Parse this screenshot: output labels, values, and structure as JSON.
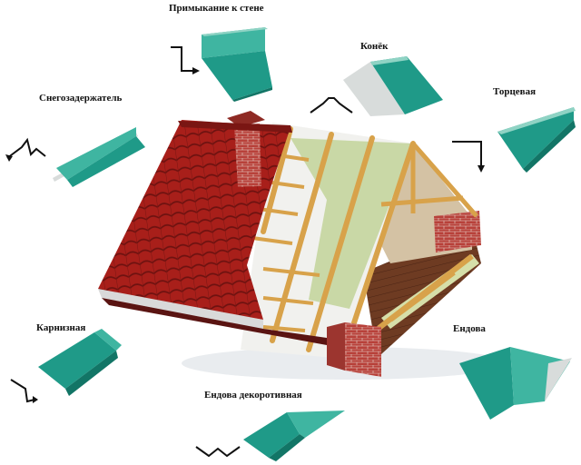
{
  "labels": {
    "wall_junction": "Примыкание к стене",
    "ridge": "Конёк",
    "snow_guard": "Снегозадержатель",
    "gable_end": "Торцевая",
    "eaves": "Карнизная",
    "valley": "Ендова",
    "decorative_valley": "Ендова декоротивная"
  },
  "colors": {
    "metal": "#1f9a88",
    "metal_dark": "#127566",
    "metal_light": "#3fb5a1",
    "tile": "#a81f1a",
    "tile_dark": "#6d1210",
    "membrane": "#f1f1ee",
    "insulation": "#c9d8a6",
    "timber": "#d8a24a",
    "brick": "#b8413a",
    "floor": "#6e3b22"
  }
}
